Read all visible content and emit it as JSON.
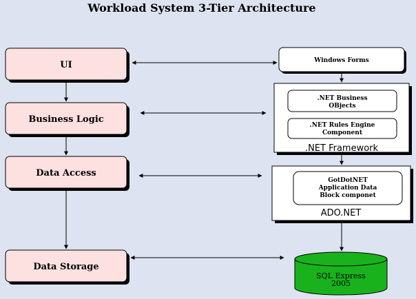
{
  "title": "Workload System 3-Tier Architecture",
  "tiers": [
    {
      "label": "UI"
    },
    {
      "label": "Business Logic"
    },
    {
      "label": "Data Access"
    },
    {
      "label": "Data Storage"
    }
  ],
  "windows_forms": {
    "label": "Windows Forms"
  },
  "net_framework": {
    "caption": ".NET Framework",
    "business_objects": {
      "line1": ".NET Business",
      "line2": "OBjects"
    },
    "rules_engine": {
      "line1": ".NET Rules Engine",
      "line2": "Component"
    }
  },
  "ado_net": {
    "caption": "ADO.NET",
    "data_block": {
      "line1": "GotDotNET",
      "line2": "Application Data",
      "line3": "Block componet"
    }
  },
  "sql_express": {
    "line1": "SQL Express",
    "line2": "2005"
  },
  "colors": {
    "background": "#dde3f0",
    "tier_fill": "#fde0e0",
    "db_fill": "#19b21c",
    "white": "#ffffff",
    "shadow": "#000000"
  }
}
